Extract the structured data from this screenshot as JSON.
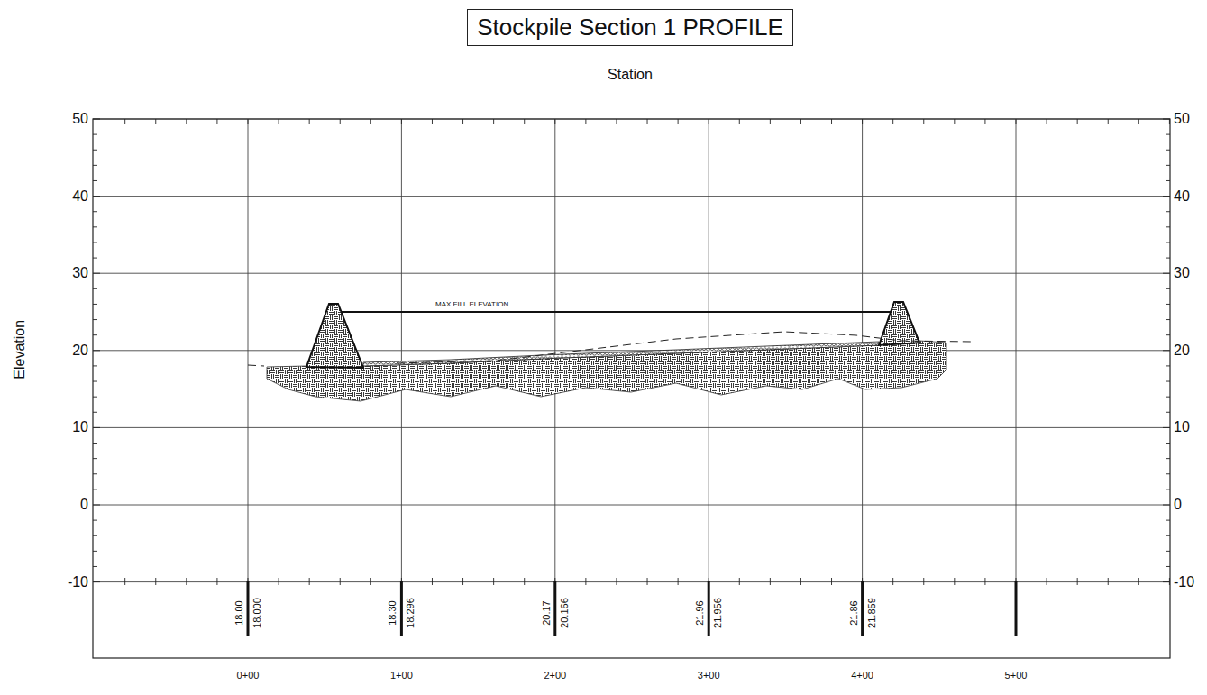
{
  "diagram": {
    "title": "Stockpile Section 1 PROFILE",
    "labels": [
      "Station",
      "Elevation",
      "MAX FILL ELEVATION",
      "50",
      "40",
      "30",
      "20",
      "10",
      "0",
      "-10",
      "50",
      "40",
      "30",
      "20",
      "10",
      "0",
      "-10",
      "18.00",
      "18.000",
      "18.30",
      "18.296",
      "20.17",
      "20.166",
      "21.96",
      "21.956",
      "21.86",
      "21.859",
      "0+00",
      "1+00",
      "2+00",
      "3+00",
      "4+00",
      "5+00"
    ]
  }
}
